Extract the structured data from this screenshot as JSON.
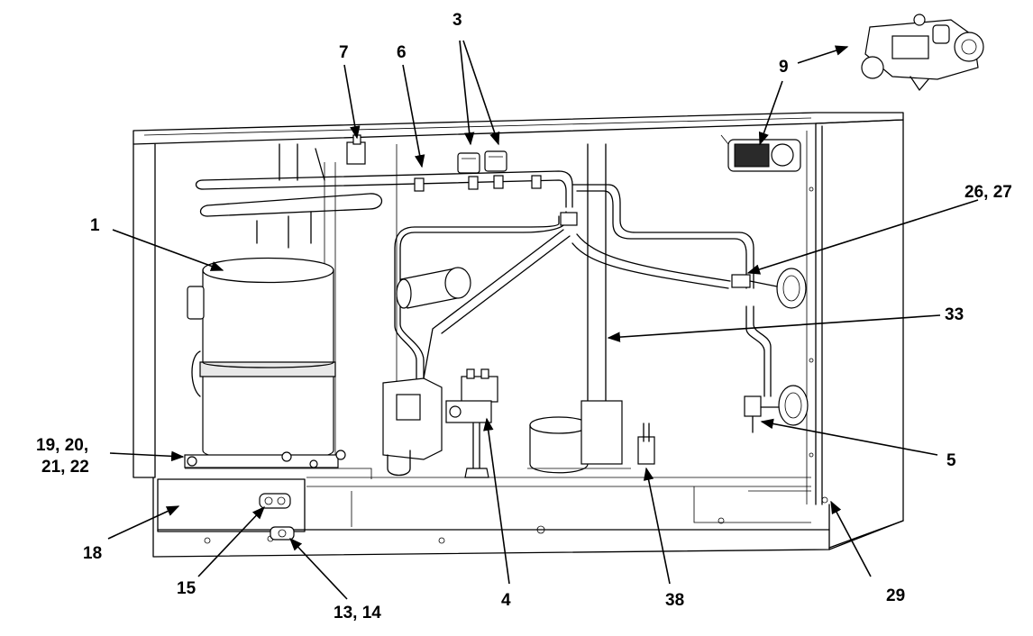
{
  "callouts": [
    {
      "id": "1",
      "text": "1"
    },
    {
      "id": "3",
      "text": "3"
    },
    {
      "id": "4",
      "text": "4"
    },
    {
      "id": "5",
      "text": "5"
    },
    {
      "id": "6",
      "text": "6"
    },
    {
      "id": "7",
      "text": "7"
    },
    {
      "id": "9",
      "text": "9"
    },
    {
      "id": "13-14",
      "text": "13, 14"
    },
    {
      "id": "15",
      "text": "15"
    },
    {
      "id": "18",
      "text": "18"
    },
    {
      "id": "19-20",
      "text": "19, 20,"
    },
    {
      "id": "21-22",
      "text": "21, 22"
    },
    {
      "id": "26-27",
      "text": "26, 27"
    },
    {
      "id": "29",
      "text": "29"
    },
    {
      "id": "33",
      "text": "33"
    },
    {
      "id": "38",
      "text": "38"
    }
  ]
}
